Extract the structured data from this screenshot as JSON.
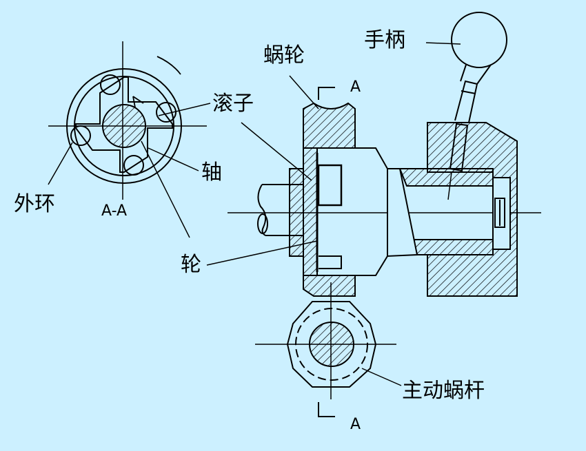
{
  "labels": {
    "handle": "手柄",
    "worm_wheel": "蜗轮",
    "roller": "滚子",
    "shaft": "轴",
    "outer_ring": "外环",
    "wheel": "轮",
    "driving_worm": "主动蜗杆",
    "section_top": "A",
    "section_bottom": "A",
    "section_view": "A-A"
  },
  "colors": {
    "background": "#ccf0ff",
    "line": "#000000",
    "hatch": "#000000"
  }
}
